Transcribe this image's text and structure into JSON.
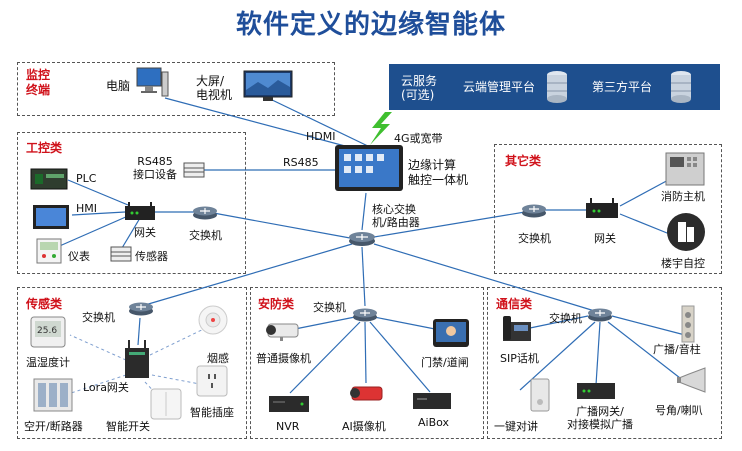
{
  "title": "软件定义的边缘智能体",
  "groups": {
    "monitor": "监控\n终端",
    "industrial": "工控类",
    "other": "其它类",
    "sensor": "传感类",
    "security": "安防类",
    "comm": "通信类"
  },
  "cloud": {
    "service": "云服务\n(可选)",
    "mgmt": "云端管理平台",
    "third": "第三方平台"
  },
  "devices": {
    "pc": "电脑",
    "tv": "大屏/\n电视机",
    "hdmi": "HDMI",
    "net": "4G或宽带",
    "rs485_dev": "RS485\n接口设备",
    "rs485": "RS485",
    "edge": "边缘计算\n触控一体机",
    "core": "核心交换\n机/路由器",
    "plc": "PLC",
    "hmi": "HMI",
    "meter": "仪表",
    "gw_ind": "网关",
    "sw_ind": "交换机",
    "sensor_dev": "传感器",
    "sw_other": "交换机",
    "gw_other": "网关",
    "fire": "消防主机",
    "bldg": "楼宇自控",
    "sw_sensor": "交换机",
    "thermo": "温湿度计",
    "smoke": "烟感",
    "lora": "Lora网关",
    "breaker": "空开/断路器",
    "switch": "智能开关",
    "socket": "智能插座",
    "sw_sec": "交换机",
    "cam": "普通摄像机",
    "access": "门禁/道闸",
    "nvr": "NVR",
    "aicam": "AI摄像机",
    "aibox": "AiBox",
    "sw_comm": "交换机",
    "sip": "SIP话机",
    "broadcast": "广播/音柱",
    "intercom": "一键对讲",
    "bgw": "广播网关/\n对接模拟广播",
    "horn": "号角/喇叭"
  },
  "colors": {
    "title": "#1f4e9a",
    "group": "#d0121b",
    "cloud": "#1e4f8e",
    "link": "#2f6db5",
    "radio": "#7f9fcf"
  }
}
